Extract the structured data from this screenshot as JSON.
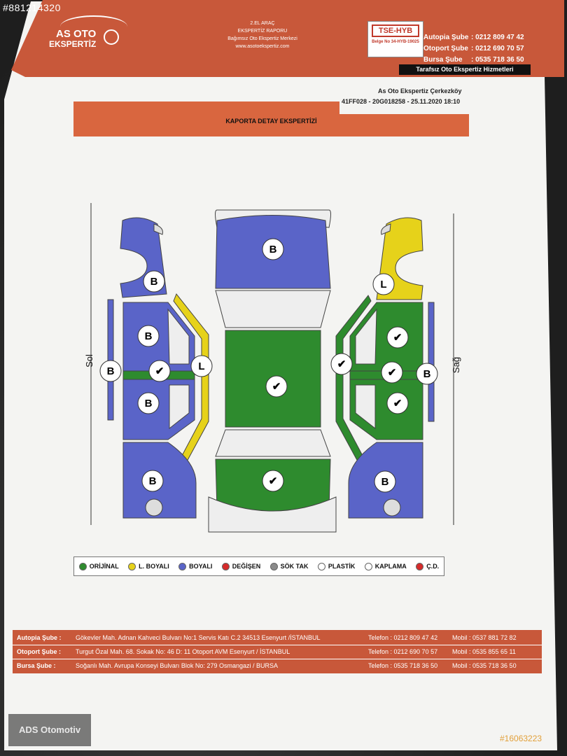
{
  "watermark_code": "#881214320",
  "company": {
    "name_line1": "AS OTO",
    "name_line2": "EKSPERTİZ"
  },
  "header_info": {
    "line1": "2.EL ARAÇ",
    "line2": "EKSPERTİZ RAPORU",
    "line3": "Bağımsız Oto Ekspertiz Merkezi",
    "line4": "www.asotoekspertiz.com"
  },
  "certificate": {
    "title": "TSE-HYB",
    "subtitle": "Belge No 34-HYB-19025"
  },
  "branch_phones": [
    {
      "label": "Autopia Şube",
      "phone": ": 0212 809 47 42"
    },
    {
      "label": "Otoport Şube",
      "phone": ": 0212 690 70 57"
    },
    {
      "label": "Bursa Şube",
      "phone": ": 0535 718 36 50"
    }
  ],
  "slogan": "Tarafsız Oto Ekspertiz Hizmetleri",
  "branch_name": "As Oto Ekspertiz Çerkezköy",
  "report_id": "41FF028 - 20G018258 - 25.11.2020 18:10",
  "section_title": "KAPORTA DETAY EKSPERTİZİ",
  "side_labels": {
    "left": "Sol",
    "right": "Sağ"
  },
  "markers": {
    "painted": "B",
    "local_painted": "L",
    "original": "✔"
  },
  "legend": [
    {
      "label": "ORİJİNAL",
      "color": "#2e8b2e"
    },
    {
      "label": "L. BOYALI",
      "color": "#e6d21a"
    },
    {
      "label": "BOYALI",
      "color": "#5a64c8"
    },
    {
      "label": "DEĞİŞEN",
      "color": "#d62b2b"
    },
    {
      "label": "SÖK TAK",
      "color": "#8a8a8a"
    },
    {
      "label": "PLASTİK",
      "color": "#ffffff"
    },
    {
      "label": "KAPLAMA",
      "color": "#ffffff"
    },
    {
      "label": "Ç.D.",
      "color": "#d62b2b"
    }
  ],
  "colors": {
    "original": "#2e8b2e",
    "local_painted": "#e6d21a",
    "painted": "#5a64c8",
    "brand": "#c8583a"
  },
  "footer": [
    {
      "branch": "Autopia Şube :",
      "address": "Gökevler Mah. Adnan Kahveci Bulvarı No:1 Servis Katı C.2 34513 Esenyurt /İSTANBUL",
      "phone": "Telefon : 0212 809 47 42",
      "mobile": "Mobil : 0537 881 72 82"
    },
    {
      "branch": "Otoport Şube :",
      "address": "Turgut Özal Mah. 68. Sokak No: 46 D: 11 Otoport AVM Esenyurt / İSTANBUL",
      "phone": "Telefon : 0212 690 70 57",
      "mobile": "Mobil : 0535 855 65 11"
    },
    {
      "branch": "Bursa Şube :",
      "address": "Soğanlı Mah. Avrupa Konseyi Bulvarı Blok No: 279 Osmangazi / BURSA",
      "phone": "Telefon : 0535 718 36 50",
      "mobile": "Mobil : 0535 718 36 50"
    }
  ],
  "ads_logo": "ADS Otomotiv",
  "listing_id": "#16063223"
}
